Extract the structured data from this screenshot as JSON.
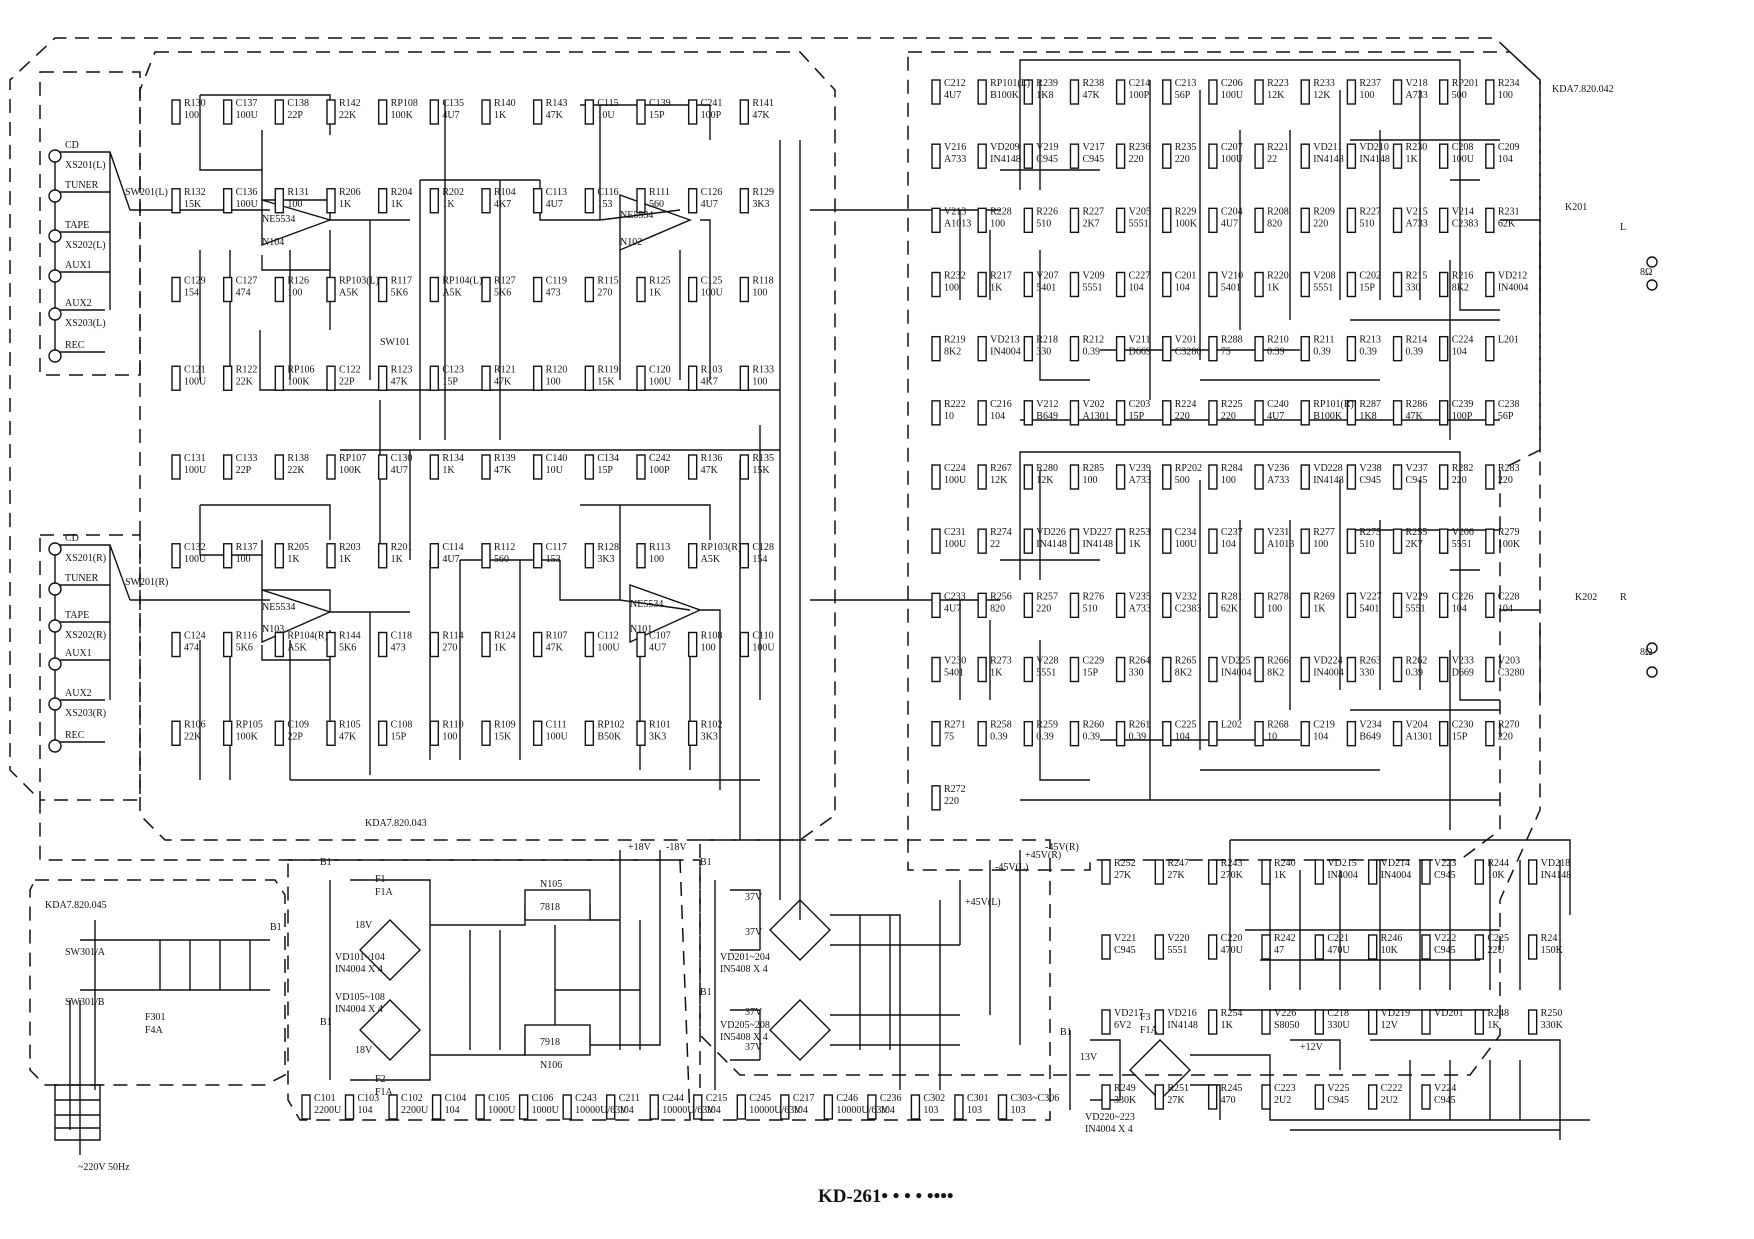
{
  "title": "KD-261• • • • ••••",
  "board_codes": [
    "KDA7.820.042",
    "KDA7.820.043",
    "KDA7.820.045"
  ],
  "inputs_left": [
    "CD",
    "XS201(L)",
    "TUNER",
    "TAPE",
    "XS202(L)",
    "AUX1",
    "AUX2",
    "XS203(L)",
    "REC"
  ],
  "inputs_right": [
    "CD",
    "XS201(R)",
    "TUNER",
    "TAPE",
    "XS202(R)",
    "AUX1",
    "AUX2",
    "XS203(R)",
    "REC"
  ],
  "switches": [
    "SW201(L)",
    "SW201(R)",
    "SW101",
    "SW301/A",
    "SW301/B"
  ],
  "ics": [
    "NE5534",
    "N104",
    "NE5534",
    "N102",
    "NE5534",
    "N103",
    "NE5534",
    "N101",
    "7818",
    "N105",
    "7918",
    "N106"
  ],
  "power_labels": [
    "~220V 50Hz",
    "18V",
    "18V",
    "37V",
    "37V",
    "37V",
    "37V",
    "13V",
    "+12V",
    "+18V",
    "-18V",
    "+45V(L)",
    "-45V(L)",
    "+45V(R)",
    "-45V(R)",
    "F1",
    "F1A",
    "F2",
    "F1A",
    "F3",
    "F1A",
    "F301",
    "F4A",
    "B1",
    "B1",
    "B1",
    "B1",
    "B1",
    "B1"
  ],
  "rectifiers": [
    "VD101~104",
    "IN4004 X 4",
    "VD105~108",
    "IN4004 X 4",
    "VD201~204",
    "IN5408 X 4",
    "VD205~208",
    "IN5408 X 4",
    "VD220~223",
    "IN4004 X 4"
  ],
  "outputs": [
    "L",
    "R",
    "8Ω",
    "8Ω",
    "K201",
    "K202"
  ],
  "pre_components": [
    [
      "R130",
      "100"
    ],
    [
      "C137",
      "100U"
    ],
    [
      "C138",
      "22P"
    ],
    [
      "R142",
      "22K"
    ],
    [
      "RP108",
      "100K"
    ],
    [
      "C135",
      "4U7"
    ],
    [
      "R140",
      "1K"
    ],
    [
      "R143",
      "47K"
    ],
    [
      "C115",
      "10U"
    ],
    [
      "C139",
      "15P"
    ],
    [
      "C241",
      "100P"
    ],
    [
      "R141",
      "47K"
    ],
    [
      "R132",
      "15K"
    ],
    [
      "C136",
      "100U"
    ],
    [
      "R131",
      "100"
    ],
    [
      "R206",
      "1K"
    ],
    [
      "R204",
      "1K"
    ],
    [
      "R202",
      "1K"
    ],
    [
      "R104",
      "4K7"
    ],
    [
      "C113",
      "4U7"
    ],
    [
      "C116",
      "153"
    ],
    [
      "R111",
      "560"
    ],
    [
      "C126",
      "4U7"
    ],
    [
      "R129",
      "3K3"
    ],
    [
      "C129",
      "154"
    ],
    [
      "C127",
      "474"
    ],
    [
      "R126",
      "100"
    ],
    [
      "RP103(L)",
      "A5K"
    ],
    [
      "R117",
      "5K6"
    ],
    [
      "RP104(L)",
      "A5K"
    ],
    [
      "R127",
      "5K6"
    ],
    [
      "C119",
      "473"
    ],
    [
      "R115",
      "270"
    ],
    [
      "R125",
      "1K"
    ],
    [
      "C125",
      "100U"
    ],
    [
      "R118",
      "100"
    ],
    [
      "C121",
      "100U"
    ],
    [
      "R122",
      "22K"
    ],
    [
      "RP106",
      "100K"
    ],
    [
      "C122",
      "22P"
    ],
    [
      "R123",
      "47K"
    ],
    [
      "C123",
      "15P"
    ],
    [
      "R121",
      "47K"
    ],
    [
      "R120",
      "100"
    ],
    [
      "R119",
      "15K"
    ],
    [
      "C120",
      "100U"
    ],
    [
      "R103",
      "4K7"
    ],
    [
      "R133",
      "100"
    ],
    [
      "C131",
      "100U"
    ],
    [
      "C133",
      "22P"
    ],
    [
      "R138",
      "22K"
    ],
    [
      "RP107",
      "100K"
    ],
    [
      "C130",
      "4U7"
    ],
    [
      "R134",
      "1K"
    ],
    [
      "R139",
      "47K"
    ],
    [
      "C140",
      "10U"
    ],
    [
      "C134",
      "15P"
    ],
    [
      "C242",
      "100P"
    ],
    [
      "R136",
      "47K"
    ],
    [
      "R135",
      "15K"
    ],
    [
      "C132",
      "100U"
    ],
    [
      "R137",
      "100"
    ],
    [
      "R205",
      "1K"
    ],
    [
      "R203",
      "1K"
    ],
    [
      "R201",
      "1K"
    ],
    [
      "C114",
      "4U7"
    ],
    [
      "R112",
      "560"
    ],
    [
      "C117",
      "153"
    ],
    [
      "R128",
      "3K3"
    ],
    [
      "R113",
      "100"
    ],
    [
      "RP103(R)",
      "A5K"
    ],
    [
      "C128",
      "154"
    ],
    [
      "C124",
      "474"
    ],
    [
      "R116",
      "5K6"
    ],
    [
      "RP104(R)",
      "A5K"
    ],
    [
      "R144",
      "5K6"
    ],
    [
      "C118",
      "473"
    ],
    [
      "R114",
      "270"
    ],
    [
      "R124",
      "1K"
    ],
    [
      "R107",
      "47K"
    ],
    [
      "C112",
      "100U"
    ],
    [
      "C107",
      "4U7"
    ],
    [
      "R108",
      "100"
    ],
    [
      "C110",
      "100U"
    ],
    [
      "R106",
      "22K"
    ],
    [
      "RP105",
      "100K"
    ],
    [
      "C109",
      "22P"
    ],
    [
      "R105",
      "47K"
    ],
    [
      "C108",
      "15P"
    ],
    [
      "R110",
      "100"
    ],
    [
      "R109",
      "15K"
    ],
    [
      "C111",
      "100U"
    ],
    [
      "RP102",
      "B50K"
    ],
    [
      "R101",
      "3K3"
    ],
    [
      "R102",
      "3K3"
    ]
  ],
  "amp_components": [
    [
      "C212",
      "4U7"
    ],
    [
      "RP101(L)",
      "B100K"
    ],
    [
      "R239",
      "1K8"
    ],
    [
      "R238",
      "47K"
    ],
    [
      "C214",
      "100P"
    ],
    [
      "C213",
      "56P"
    ],
    [
      "C206",
      "100U"
    ],
    [
      "R223",
      "12K"
    ],
    [
      "R233",
      "12K"
    ],
    [
      "R237",
      "100"
    ],
    [
      "V218",
      "A733"
    ],
    [
      "RP201",
      "500"
    ],
    [
      "R234",
      "100"
    ],
    [
      "V216",
      "A733"
    ],
    [
      "VD209",
      "IN4148"
    ],
    [
      "V219",
      "C945"
    ],
    [
      "V217",
      "C945"
    ],
    [
      "R236",
      "220"
    ],
    [
      "R235",
      "220"
    ],
    [
      "C207",
      "100U"
    ],
    [
      "R221",
      "22"
    ],
    [
      "VD211",
      "IN4148"
    ],
    [
      "VD210",
      "IN4148"
    ],
    [
      "R230",
      "1K"
    ],
    [
      "C208",
      "100U"
    ],
    [
      "C209",
      "104"
    ],
    [
      "V213",
      "A1013"
    ],
    [
      "R228",
      "100"
    ],
    [
      "R226",
      "510"
    ],
    [
      "R227",
      "2K7"
    ],
    [
      "V205",
      "5551"
    ],
    [
      "R229",
      "100K"
    ],
    [
      "C204",
      "4U7"
    ],
    [
      "R208",
      "820"
    ],
    [
      "R209",
      "220"
    ],
    [
      "R227",
      "510"
    ],
    [
      "V215",
      "A733"
    ],
    [
      "V214",
      "C2383"
    ],
    [
      "R231",
      "62K"
    ],
    [
      "R232",
      "100"
    ],
    [
      "R217",
      "1K"
    ],
    [
      "V207",
      "5401"
    ],
    [
      "V209",
      "5551"
    ],
    [
      "C227",
      "104"
    ],
    [
      "C201",
      "104"
    ],
    [
      "V210",
      "5401"
    ],
    [
      "R220",
      "1K"
    ],
    [
      "V208",
      "5551"
    ],
    [
      "C202",
      "15P"
    ],
    [
      "R215",
      "330"
    ],
    [
      "R216",
      "8K2"
    ],
    [
      "VD212",
      "IN4004"
    ],
    [
      "R219",
      "8K2"
    ],
    [
      "VD213",
      "IN4004"
    ],
    [
      "R218",
      "330"
    ],
    [
      "R212",
      "0.39"
    ],
    [
      "V211",
      "D669"
    ],
    [
      "V201",
      "C3280"
    ],
    [
      "R288",
      "75"
    ],
    [
      "R210",
      "0.39"
    ],
    [
      "R211",
      "0.39"
    ],
    [
      "R213",
      "0.39"
    ],
    [
      "R214",
      "0.39"
    ],
    [
      "C224",
      "104"
    ],
    [
      "L201",
      ""
    ],
    [
      "R222",
      "10"
    ],
    [
      "C216",
      "104"
    ],
    [
      "V212",
      "B649"
    ],
    [
      "V202",
      "A1301"
    ],
    [
      "C203",
      "15P"
    ],
    [
      "R224",
      "220"
    ],
    [
      "R225",
      "220"
    ],
    [
      "C240",
      "4U7"
    ],
    [
      "RP101(R)",
      "B100K"
    ],
    [
      "R287",
      "1K8"
    ],
    [
      "R286",
      "47K"
    ],
    [
      "C239",
      "100P"
    ],
    [
      "C238",
      "56P"
    ],
    [
      "C224",
      "100U"
    ],
    [
      "R267",
      "12K"
    ],
    [
      "R280",
      "12K"
    ],
    [
      "R285",
      "100"
    ],
    [
      "V239",
      "A733"
    ],
    [
      "RP202",
      "500"
    ],
    [
      "R284",
      "100"
    ],
    [
      "V236",
      "A733"
    ],
    [
      "VD228",
      "IN4148"
    ],
    [
      "V238",
      "C945"
    ],
    [
      "V237",
      "C945"
    ],
    [
      "R282",
      "220"
    ],
    [
      "R283",
      "220"
    ],
    [
      "C231",
      "100U"
    ],
    [
      "R274",
      "22"
    ],
    [
      "VD226",
      "IN4148"
    ],
    [
      "VD227",
      "IN4148"
    ],
    [
      "R253",
      "1K"
    ],
    [
      "C234",
      "100U"
    ],
    [
      "C237",
      "104"
    ],
    [
      "V231",
      "A1013"
    ],
    [
      "R277",
      "100"
    ],
    [
      "R275",
      "510"
    ],
    [
      "R255",
      "2K7"
    ],
    [
      "V206",
      "5551"
    ],
    [
      "R279",
      "100K"
    ],
    [
      "C233",
      "4U7"
    ],
    [
      "R256",
      "820"
    ],
    [
      "R257",
      "220"
    ],
    [
      "R276",
      "510"
    ],
    [
      "V235",
      "A733"
    ],
    [
      "V232",
      "C2383"
    ],
    [
      "R281",
      "62K"
    ],
    [
      "R278",
      "100"
    ],
    [
      "R269",
      "1K"
    ],
    [
      "V227",
      "5401"
    ],
    [
      "V229",
      "5551"
    ],
    [
      "C226",
      "104"
    ],
    [
      "C228",
      "104"
    ],
    [
      "V230",
      "5401"
    ],
    [
      "R273",
      "1K"
    ],
    [
      "V228",
      "5551"
    ],
    [
      "C229",
      "15P"
    ],
    [
      "R264",
      "330"
    ],
    [
      "R265",
      "8K2"
    ],
    [
      "VD225",
      "IN4004"
    ],
    [
      "R266",
      "8K2"
    ],
    [
      "VD224",
      "IN4004"
    ],
    [
      "R263",
      "330"
    ],
    [
      "R262",
      "0.39"
    ],
    [
      "V233",
      "D669"
    ],
    [
      "V203",
      "C3280"
    ],
    [
      "R271",
      "75"
    ],
    [
      "R258",
      "0.39"
    ],
    [
      "R259",
      "0.39"
    ],
    [
      "R260",
      "0.39"
    ],
    [
      "R261",
      "0.39"
    ],
    [
      "C225",
      "104"
    ],
    [
      "L202",
      ""
    ],
    [
      "R268",
      "10"
    ],
    [
      "C219",
      "104"
    ],
    [
      "V234",
      "B649"
    ],
    [
      "V204",
      "A1301"
    ],
    [
      "C230",
      "15P"
    ],
    [
      "R270",
      "220"
    ],
    [
      "R272",
      "220"
    ]
  ],
  "psu_components": [
    [
      "C101",
      "2200U"
    ],
    [
      "C103",
      "104"
    ],
    [
      "C102",
      "2200U"
    ],
    [
      "C104",
      "104"
    ],
    [
      "C105",
      "1000U"
    ],
    [
      "C106",
      "1000U"
    ],
    [
      "C243",
      "10000U/63V"
    ],
    [
      "C211",
      "104"
    ],
    [
      "C244",
      "10000U/63V"
    ],
    [
      "C215",
      "104"
    ],
    [
      "C245",
      "10000U/63V"
    ],
    [
      "C217",
      "104"
    ],
    [
      "C246",
      "10000U/63V"
    ],
    [
      "C236",
      "104"
    ],
    [
      "C302",
      "103"
    ],
    [
      "C301",
      "103"
    ],
    [
      "C303~C306",
      "103"
    ]
  ],
  "protect_components": [
    [
      "R252",
      "27K"
    ],
    [
      "R247",
      "27K"
    ],
    [
      "R243",
      "270K"
    ],
    [
      "R240",
      "1K"
    ],
    [
      "VD215",
      "IN4004"
    ],
    [
      "VD214",
      "IN4004"
    ],
    [
      "V223",
      "C945"
    ],
    [
      "R244",
      "10K"
    ],
    [
      "VD218",
      "IN4148"
    ],
    [
      "V221",
      "C945"
    ],
    [
      "V220",
      "5551"
    ],
    [
      "C220",
      "470U"
    ],
    [
      "R242",
      "47"
    ],
    [
      "C221",
      "470U"
    ],
    [
      "R246",
      "10K"
    ],
    [
      "V222",
      "C945"
    ],
    [
      "C225",
      "22U"
    ],
    [
      "R241",
      "150K"
    ],
    [
      "VD217",
      "6V2"
    ],
    [
      "VD216",
      "IN4148"
    ],
    [
      "R254",
      "1K"
    ],
    [
      "V226",
      "S8050"
    ],
    [
      "C218",
      "330U"
    ],
    [
      "VD219",
      "12V"
    ],
    [
      "VD201",
      ""
    ],
    [
      "R248",
      "1K"
    ],
    [
      "R250",
      "330K"
    ],
    [
      "R249",
      "330K"
    ],
    [
      "R251",
      "27K"
    ],
    [
      "R245",
      "470"
    ],
    [
      "C223",
      "2U2"
    ],
    [
      "V225",
      "C945"
    ],
    [
      "C222",
      "2U2"
    ],
    [
      "V224",
      "C945"
    ]
  ]
}
